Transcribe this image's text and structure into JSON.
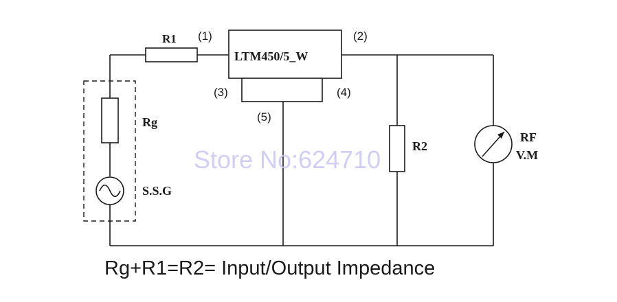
{
  "diagram": {
    "resistor_r1_label": "R1",
    "resistor_rg_label": "Rg",
    "resistor_r2_label": "R2",
    "module_label": "LTM450/5_W",
    "pin_1_label": "(1)",
    "pin_2_label": "(2)",
    "pin_3_label": "(3)",
    "pin_4_label": "(4)",
    "pin_5_label": "(5)",
    "source_label": "S.S.G",
    "meter_label_line1": "RF",
    "meter_label_line2": "V.M",
    "caption": "Rg+R1=R2= Input/Output Impedance"
  },
  "watermark": {
    "text": "Store No:624710",
    "color": "#c9c6f0"
  }
}
